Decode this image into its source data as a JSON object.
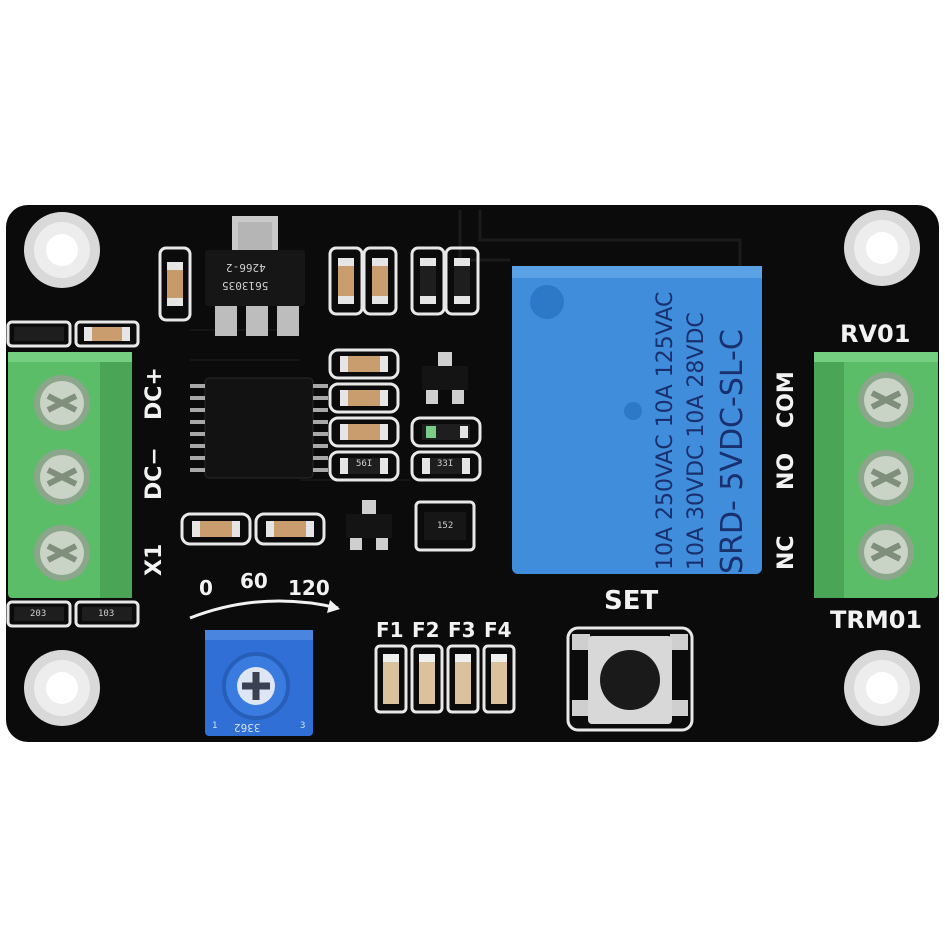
{
  "board": {
    "relay": {
      "line1": "10A  250VAC  10A  125VAC",
      "line2": "10A  30VDC  10A  28VDC",
      "model": "SRD- 5VDC-SL-C",
      "color": "#3f8ddb"
    },
    "left_terminal": {
      "pin1": "DC+",
      "pin2": "DC−",
      "label": "X1",
      "color": "#5fbf6a"
    },
    "right_terminal": {
      "top_label": "RV01",
      "bottom_label": "TRM01",
      "pin1": "COM",
      "pin2": "NO",
      "pin3": "NC"
    },
    "pot_scale": {
      "min": "0",
      "mid": "60",
      "max": "120"
    },
    "pot_marking": "3362",
    "pot_pins": [
      "1",
      "3"
    ],
    "function_leds": [
      "F1",
      "F2",
      "F3",
      "F4"
    ],
    "button_label": "SET",
    "regulator_marking": [
      "4266-2",
      "5613035"
    ],
    "resistor_codes": [
      "56I",
      "33I",
      "152",
      "203",
      "103"
    ],
    "pcb_color": "#0a0a0a"
  }
}
